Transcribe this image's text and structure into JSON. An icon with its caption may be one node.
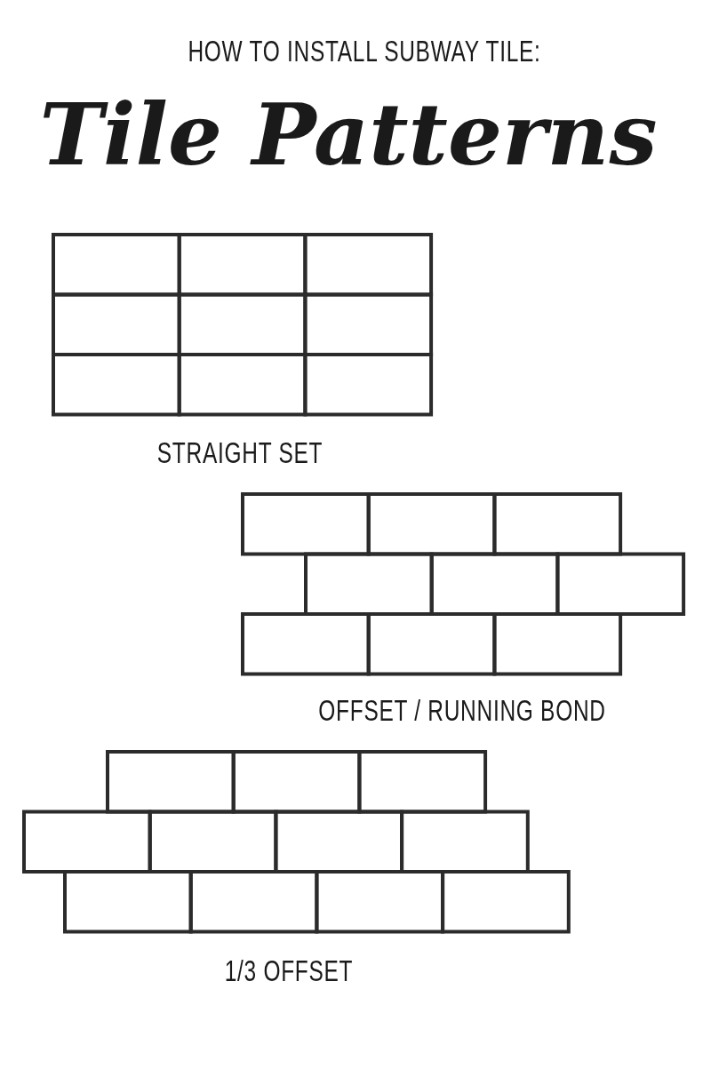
{
  "diagram": {
    "title": "Tile Patterns",
    "labels": [
      "HOW TO INSTALL SUBWAY TILE:",
      "STRAIGHT SET",
      "OFFSET / RUNNING BOND",
      "1/3 OFFSET"
    ]
  }
}
